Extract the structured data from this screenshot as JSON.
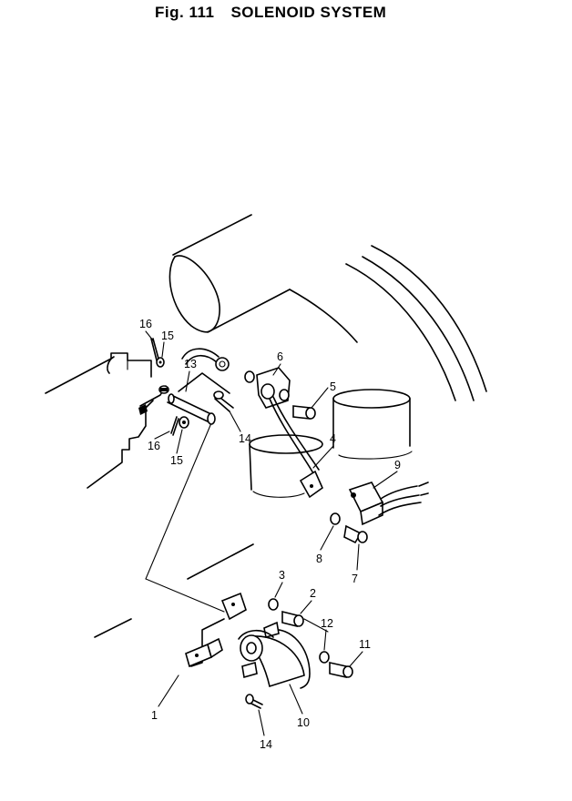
{
  "figure": {
    "number_label": "Fig. 111",
    "title": "SOLENOID SYSTEM"
  },
  "callouts": [
    {
      "id": "c1",
      "label": "1"
    },
    {
      "id": "c2",
      "label": "2"
    },
    {
      "id": "c3",
      "label": "3"
    },
    {
      "id": "c4",
      "label": "4"
    },
    {
      "id": "c5",
      "label": "5"
    },
    {
      "id": "c6",
      "label": "6"
    },
    {
      "id": "c7",
      "label": "7"
    },
    {
      "id": "c8",
      "label": "8"
    },
    {
      "id": "c9",
      "label": "9"
    },
    {
      "id": "c10",
      "label": "10"
    },
    {
      "id": "c11",
      "label": "11"
    },
    {
      "id": "c12",
      "label": "12"
    },
    {
      "id": "c13",
      "label": "13"
    },
    {
      "id": "c14a",
      "label": "14"
    },
    {
      "id": "c14b",
      "label": "14"
    },
    {
      "id": "c15a",
      "label": "15"
    },
    {
      "id": "c15b",
      "label": "15"
    },
    {
      "id": "c16a",
      "label": "16"
    },
    {
      "id": "c16b",
      "label": "16"
    }
  ]
}
